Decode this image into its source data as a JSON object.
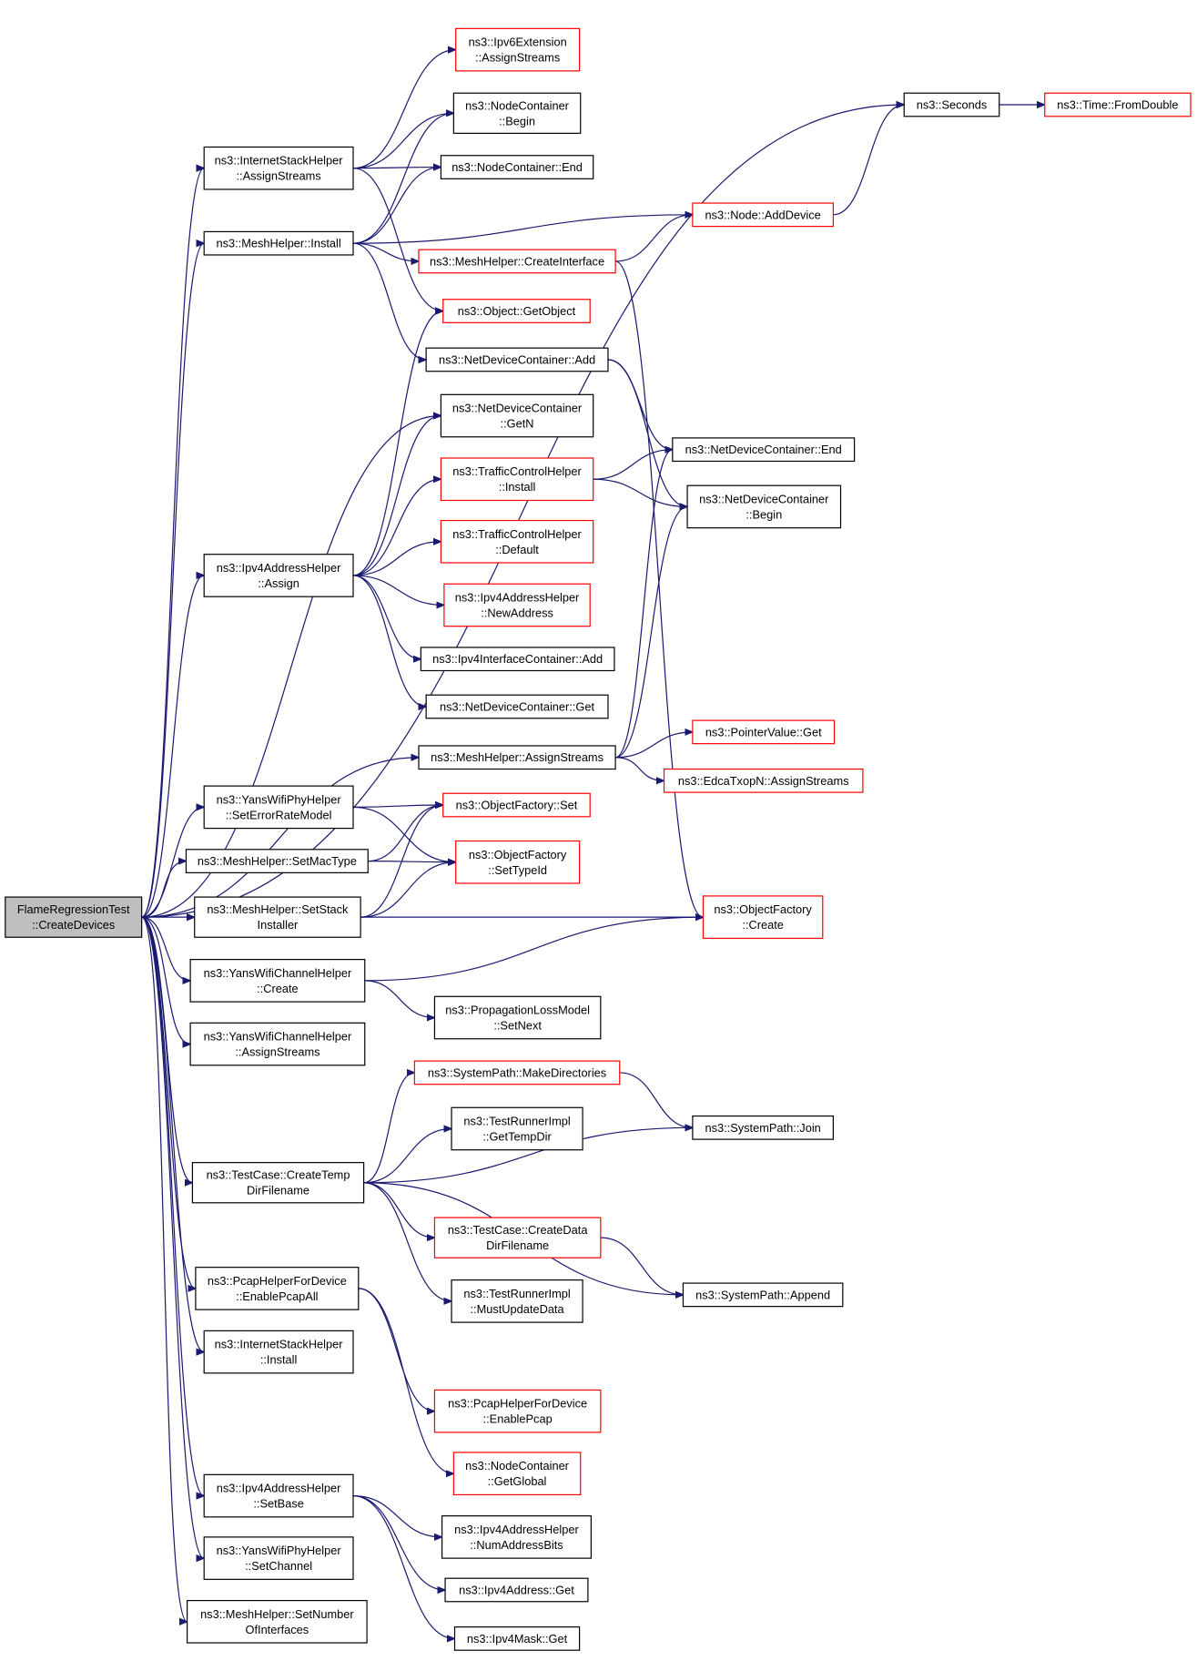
{
  "colors": {
    "root_fill": "#bfbfbf",
    "node_fill": "#ffffff",
    "border_default": "#000000",
    "border_truncated": "#ff0000",
    "edge": "#191970"
  },
  "nodes": [
    {
      "id": "root",
      "lines": [
        "FlameRegressionTest",
        "::CreateDevices"
      ],
      "style": "root"
    },
    {
      "id": "ish_assign",
      "lines": [
        "ns3::InternetStackHelper",
        "::AssignStreams"
      ],
      "style": "default"
    },
    {
      "id": "mesh_install",
      "lines": [
        "ns3::MeshHelper::Install"
      ],
      "style": "default"
    },
    {
      "id": "ipv4ah_assign",
      "lines": [
        "ns3::Ipv4AddressHelper",
        "::Assign"
      ],
      "style": "default"
    },
    {
      "id": "mesh_assignstreams",
      "lines": [
        "ns3::MeshHelper::AssignStreams"
      ],
      "style": "default"
    },
    {
      "id": "yans_seterr",
      "lines": [
        "ns3::YansWifiPhyHelper",
        "::SetErrorRateModel"
      ],
      "style": "default"
    },
    {
      "id": "mesh_setmac",
      "lines": [
        "ns3::MeshHelper::SetMacType"
      ],
      "style": "default"
    },
    {
      "id": "mesh_setstack",
      "lines": [
        "ns3::MeshHelper::SetStack",
        "Installer"
      ],
      "style": "default"
    },
    {
      "id": "ywch_create",
      "lines": [
        "ns3::YansWifiChannelHelper",
        "::Create"
      ],
      "style": "default"
    },
    {
      "id": "ywch_assign",
      "lines": [
        "ns3::YansWifiChannelHelper",
        "::AssignStreams"
      ],
      "style": "default"
    },
    {
      "id": "tc_createtemp",
      "lines": [
        "ns3::TestCase::CreateTemp",
        "DirFilename"
      ],
      "style": "default"
    },
    {
      "id": "pcap_enableall",
      "lines": [
        "ns3::PcapHelperForDevice",
        "::EnablePcapAll"
      ],
      "style": "default"
    },
    {
      "id": "ish_install",
      "lines": [
        "ns3::InternetStackHelper",
        "::Install"
      ],
      "style": "default"
    },
    {
      "id": "ipv4ah_setbase",
      "lines": [
        "ns3::Ipv4AddressHelper",
        "::SetBase"
      ],
      "style": "default"
    },
    {
      "id": "yans_setchannel",
      "lines": [
        "ns3::YansWifiPhyHelper",
        "::SetChannel"
      ],
      "style": "default"
    },
    {
      "id": "mesh_setnumif",
      "lines": [
        "ns3::MeshHelper::SetNumber",
        "OfInterfaces"
      ],
      "style": "default"
    },
    {
      "id": "ipv6ext_assign",
      "lines": [
        "ns3::Ipv6Extension",
        "::AssignStreams"
      ],
      "style": "truncated"
    },
    {
      "id": "nc_begin",
      "lines": [
        "ns3::NodeContainer",
        "::Begin"
      ],
      "style": "default"
    },
    {
      "id": "nc_end",
      "lines": [
        "ns3::NodeContainer::End"
      ],
      "style": "default"
    },
    {
      "id": "mesh_createif",
      "lines": [
        "ns3::MeshHelper::CreateInterface"
      ],
      "style": "truncated"
    },
    {
      "id": "obj_getobject",
      "lines": [
        "ns3::Object::GetObject"
      ],
      "style": "truncated"
    },
    {
      "id": "ndc_add",
      "lines": [
        "ns3::NetDeviceContainer::Add"
      ],
      "style": "default"
    },
    {
      "id": "ndc_getn",
      "lines": [
        "ns3::NetDeviceContainer",
        "::GetN"
      ],
      "style": "default"
    },
    {
      "id": "tch_install",
      "lines": [
        "ns3::TrafficControlHelper",
        "::Install"
      ],
      "style": "truncated"
    },
    {
      "id": "tch_default",
      "lines": [
        "ns3::TrafficControlHelper",
        "::Default"
      ],
      "style": "truncated"
    },
    {
      "id": "ipv4ah_newaddr",
      "lines": [
        "ns3::Ipv4AddressHelper",
        "::NewAddress"
      ],
      "style": "truncated"
    },
    {
      "id": "ipv4ic_add",
      "lines": [
        "ns3::Ipv4InterfaceContainer::Add"
      ],
      "style": "default"
    },
    {
      "id": "ndc_get",
      "lines": [
        "ns3::NetDeviceContainer::Get"
      ],
      "style": "default"
    },
    {
      "id": "of_set",
      "lines": [
        "ns3::ObjectFactory::Set"
      ],
      "style": "truncated"
    },
    {
      "id": "of_settypeid",
      "lines": [
        "ns3::ObjectFactory",
        "::SetTypeId"
      ],
      "style": "truncated"
    },
    {
      "id": "plm_setnext",
      "lines": [
        "ns3::PropagationLossModel",
        "::SetNext"
      ],
      "style": "default"
    },
    {
      "id": "sp_mkdirs",
      "lines": [
        "ns3::SystemPath::MakeDirectories"
      ],
      "style": "truncated"
    },
    {
      "id": "tri_gettemp",
      "lines": [
        "ns3::TestRunnerImpl",
        "::GetTempDir"
      ],
      "style": "default"
    },
    {
      "id": "tc_createdata",
      "lines": [
        "ns3::TestCase::CreateData",
        "DirFilename"
      ],
      "style": "truncated"
    },
    {
      "id": "tri_mustupdate",
      "lines": [
        "ns3::TestRunnerImpl",
        "::MustUpdateData"
      ],
      "style": "default"
    },
    {
      "id": "pcap_enable",
      "lines": [
        "ns3::PcapHelperForDevice",
        "::EnablePcap"
      ],
      "style": "truncated"
    },
    {
      "id": "nc_getglobal",
      "lines": [
        "ns3::NodeContainer",
        "::GetGlobal"
      ],
      "style": "truncated"
    },
    {
      "id": "ipv4ah_numaddrbits",
      "lines": [
        "ns3::Ipv4AddressHelper",
        "::NumAddressBits"
      ],
      "style": "default"
    },
    {
      "id": "ipv4addr_get",
      "lines": [
        "ns3::Ipv4Address::Get"
      ],
      "style": "default"
    },
    {
      "id": "ipv4mask_get",
      "lines": [
        "ns3::Ipv4Mask::Get"
      ],
      "style": "default"
    },
    {
      "id": "seconds",
      "lines": [
        "ns3::Seconds"
      ],
      "style": "default"
    },
    {
      "id": "time_fromdouble",
      "lines": [
        "ns3::Time::FromDouble"
      ],
      "style": "truncated"
    },
    {
      "id": "node_adddevice",
      "lines": [
        "ns3::Node::AddDevice"
      ],
      "style": "truncated"
    },
    {
      "id": "ndc_end",
      "lines": [
        "ns3::NetDeviceContainer::End"
      ],
      "style": "default"
    },
    {
      "id": "ndc_begin",
      "lines": [
        "ns3::NetDeviceContainer",
        "::Begin"
      ],
      "style": "default"
    },
    {
      "id": "pv_get",
      "lines": [
        "ns3::PointerValue::Get"
      ],
      "style": "truncated"
    },
    {
      "id": "edca_assign",
      "lines": [
        "ns3::EdcaTxopN::AssignStreams"
      ],
      "style": "truncated"
    },
    {
      "id": "of_create",
      "lines": [
        "ns3::ObjectFactory",
        "::Create"
      ],
      "style": "truncated"
    },
    {
      "id": "sp_join",
      "lines": [
        "ns3::SystemPath::Join"
      ],
      "style": "default"
    },
    {
      "id": "sp_append",
      "lines": [
        "ns3::SystemPath::Append"
      ],
      "style": "default"
    }
  ],
  "edges": [
    [
      "root",
      "seconds"
    ],
    [
      "root",
      "ish_assign"
    ],
    [
      "root",
      "mesh_install"
    ],
    [
      "root",
      "ipv4ah_assign"
    ],
    [
      "root",
      "mesh_assignstreams"
    ],
    [
      "root",
      "yans_seterr"
    ],
    [
      "root",
      "mesh_setmac"
    ],
    [
      "root",
      "mesh_setstack"
    ],
    [
      "root",
      "ywch_create"
    ],
    [
      "root",
      "ywch_assign"
    ],
    [
      "root",
      "tc_createtemp"
    ],
    [
      "root",
      "pcap_enableall"
    ],
    [
      "root",
      "ish_install"
    ],
    [
      "root",
      "ipv4ah_setbase"
    ],
    [
      "root",
      "yans_setchannel"
    ],
    [
      "root",
      "mesh_setnumif"
    ],
    [
      "root",
      "ndc_getn"
    ],
    [
      "ish_assign",
      "ipv6ext_assign"
    ],
    [
      "ish_assign",
      "nc_begin"
    ],
    [
      "ish_assign",
      "nc_end"
    ],
    [
      "ish_assign",
      "obj_getobject"
    ],
    [
      "mesh_install",
      "nc_begin"
    ],
    [
      "mesh_install",
      "nc_end"
    ],
    [
      "mesh_install",
      "node_adddevice"
    ],
    [
      "mesh_install",
      "mesh_createif"
    ],
    [
      "mesh_install",
      "ndc_add"
    ],
    [
      "mesh_createif",
      "node_adddevice"
    ],
    [
      "mesh_createif",
      "of_create"
    ],
    [
      "node_adddevice",
      "seconds"
    ],
    [
      "seconds",
      "time_fromdouble"
    ],
    [
      "ndc_add",
      "ndc_end"
    ],
    [
      "ndc_add",
      "ndc_begin"
    ],
    [
      "tch_install",
      "ndc_end"
    ],
    [
      "tch_install",
      "ndc_begin"
    ],
    [
      "ipv4ah_assign",
      "obj_getobject"
    ],
    [
      "ipv4ah_assign",
      "ndc_getn"
    ],
    [
      "ipv4ah_assign",
      "tch_install"
    ],
    [
      "ipv4ah_assign",
      "tch_default"
    ],
    [
      "ipv4ah_assign",
      "ipv4ah_newaddr"
    ],
    [
      "ipv4ah_assign",
      "ipv4ic_add"
    ],
    [
      "ipv4ah_assign",
      "ndc_get"
    ],
    [
      "mesh_assignstreams",
      "ndc_end"
    ],
    [
      "mesh_assignstreams",
      "ndc_begin"
    ],
    [
      "mesh_assignstreams",
      "pv_get"
    ],
    [
      "mesh_assignstreams",
      "edca_assign"
    ],
    [
      "yans_seterr",
      "of_set"
    ],
    [
      "yans_seterr",
      "of_settypeid"
    ],
    [
      "mesh_setmac",
      "of_set"
    ],
    [
      "mesh_setmac",
      "of_settypeid"
    ],
    [
      "mesh_setstack",
      "of_set"
    ],
    [
      "mesh_setstack",
      "of_settypeid"
    ],
    [
      "mesh_setstack",
      "of_create"
    ],
    [
      "ywch_create",
      "of_create"
    ],
    [
      "ywch_create",
      "plm_setnext"
    ],
    [
      "tc_createtemp",
      "sp_mkdirs"
    ],
    [
      "tc_createtemp",
      "tri_gettemp"
    ],
    [
      "tc_createtemp",
      "sp_join"
    ],
    [
      "tc_createtemp",
      "tc_createdata"
    ],
    [
      "tc_createtemp",
      "tri_mustupdate"
    ],
    [
      "tc_createtemp",
      "sp_append"
    ],
    [
      "sp_mkdirs",
      "sp_join"
    ],
    [
      "tc_createdata",
      "sp_append"
    ],
    [
      "pcap_enableall",
      "pcap_enable"
    ],
    [
      "pcap_enableall",
      "nc_getglobal"
    ],
    [
      "ipv4ah_setbase",
      "ipv4ah_numaddrbits"
    ],
    [
      "ipv4ah_setbase",
      "ipv4addr_get"
    ],
    [
      "ipv4ah_setbase",
      "ipv4mask_get"
    ]
  ]
}
